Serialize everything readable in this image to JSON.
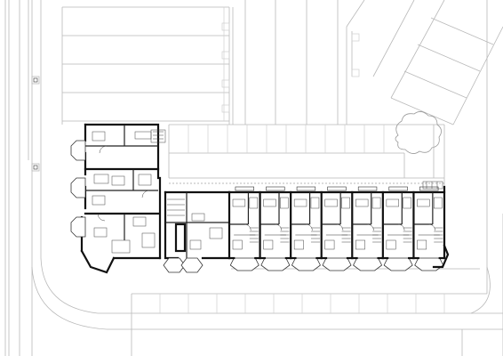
{
  "drawing": {
    "kind": "architectural-ground-floor-plan",
    "colors": {
      "background": "#ffffff",
      "walls": "#111111",
      "context": "#b9b9b9"
    },
    "row_house_units": 7,
    "left_block_apartments": 3
  }
}
